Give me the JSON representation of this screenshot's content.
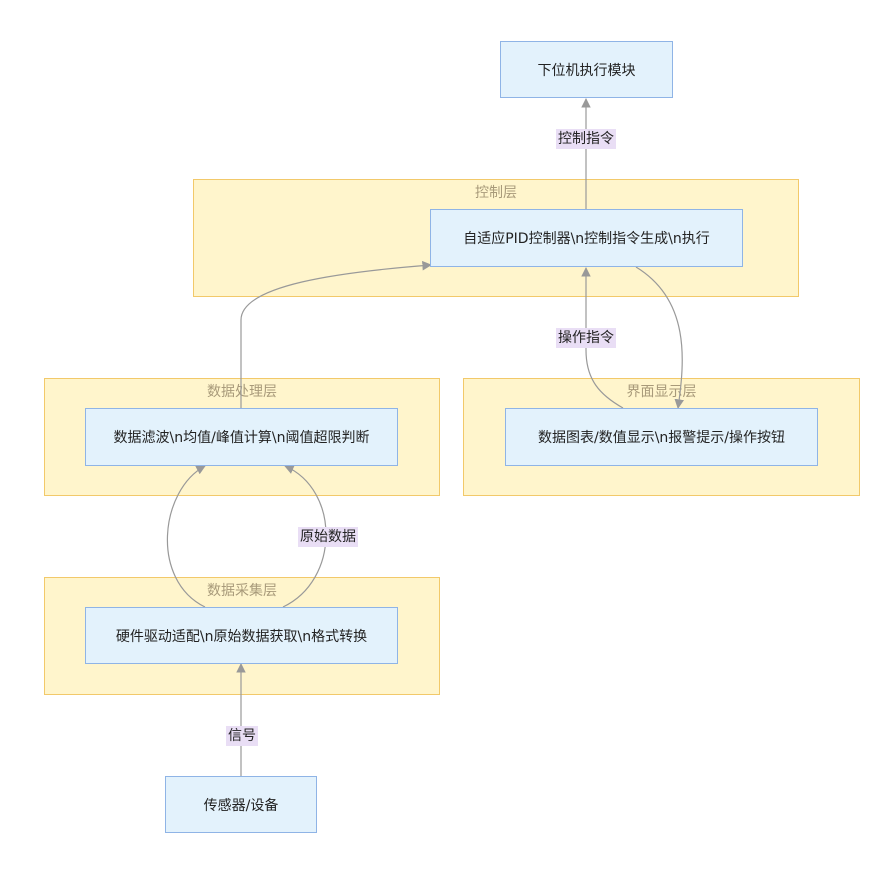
{
  "clusters": {
    "control": "控制层",
    "process": "数据处理层",
    "display": "界面显示层",
    "acquire": "数据采集层"
  },
  "nodes": {
    "lower_exec": "下位机执行模块",
    "pid": "自适应PID控制器\\n控制指令生成\\n执行",
    "process": "数据滤波\\n均值/峰值计算\\n阈值超限判断",
    "display": "数据图表/数值显示\\n报警提示/操作按钮",
    "driver": "硬件驱动适配\\n原始数据获取\\n格式转换",
    "sensor": "传感器/设备"
  },
  "edge_labels": {
    "control_cmd": "控制指令",
    "operate_cmd": "操作指令",
    "raw_data": "原始数据",
    "signal": "信号"
  },
  "colors": {
    "cluster_fill": "#fff5cc",
    "cluster_border": "#f2c96a",
    "node_fill": "#e3f2fc",
    "node_border": "#8fb4e6",
    "edge": "#999999",
    "label_fill": "#e9def5"
  }
}
